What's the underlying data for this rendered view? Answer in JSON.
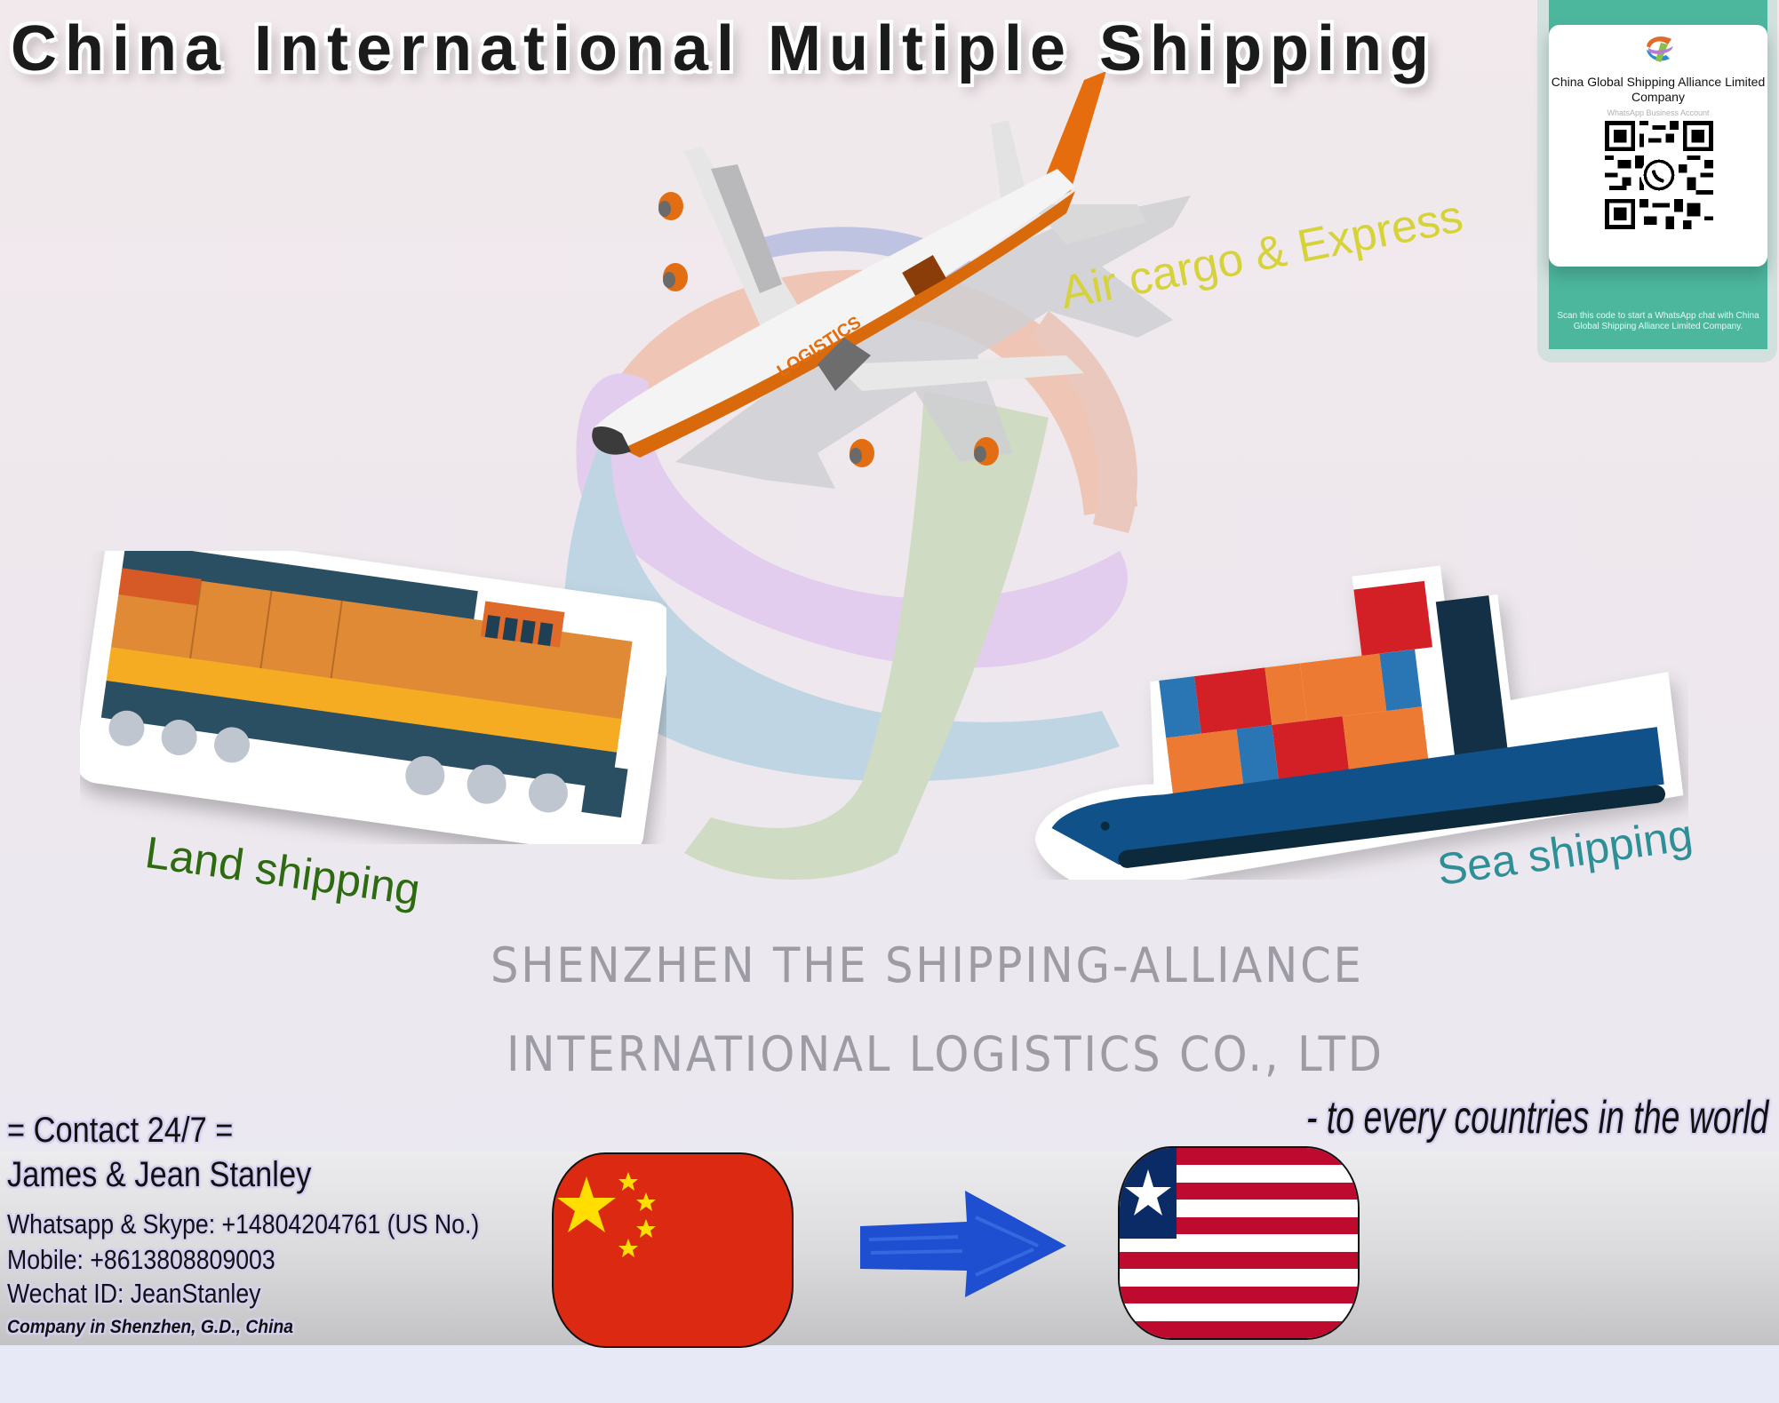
{
  "header": {
    "title": "China International Multiple Shipping"
  },
  "services": {
    "air": {
      "label": "Air cargo & Express",
      "color": "#d6d33a",
      "plane_text": "LOGISTICS"
    },
    "land": {
      "label": "Land shipping",
      "color": "#2d6a10"
    },
    "sea": {
      "label": "Sea shipping",
      "color": "#2e8f97"
    }
  },
  "company": {
    "line1": "SHENZHEN THE SHIPPING-ALLIANCE",
    "line2": "INTERNATIONAL LOGISTICS  CO., LTD"
  },
  "contact": {
    "heading": "= Contact 24/7 =",
    "names": "James & Jean Stanley",
    "whatsapp_skype": "Whatsapp & Skype: +14804204761 (US No.)",
    "mobile": "Mobile: +8613808809003",
    "wechat": "Wechat ID: JeanStanley",
    "location": "Company in Shenzhen, G.D., China"
  },
  "tagline": "- to every countries in the world",
  "route": {
    "origin_flag": "china-flag",
    "destination_flag": "liberia-flag",
    "arrow_icon": "arrow-right-icon",
    "colors": {
      "china_red": "#dc2a12",
      "china_star": "#ffde00",
      "liberia_red": "#bf0a30",
      "liberia_blue": "#0b2b66",
      "arrow_blue": "#1e4fd0"
    }
  },
  "qr_card": {
    "company": "China Global Shipping Alliance Limited Company",
    "account_type": "WhatsApp Business Account",
    "instructions": "Scan this code to start a WhatsApp chat with China Global Shipping Alliance Limited Company.",
    "icon": "whatsapp-icon",
    "accent": "#4db79e"
  }
}
